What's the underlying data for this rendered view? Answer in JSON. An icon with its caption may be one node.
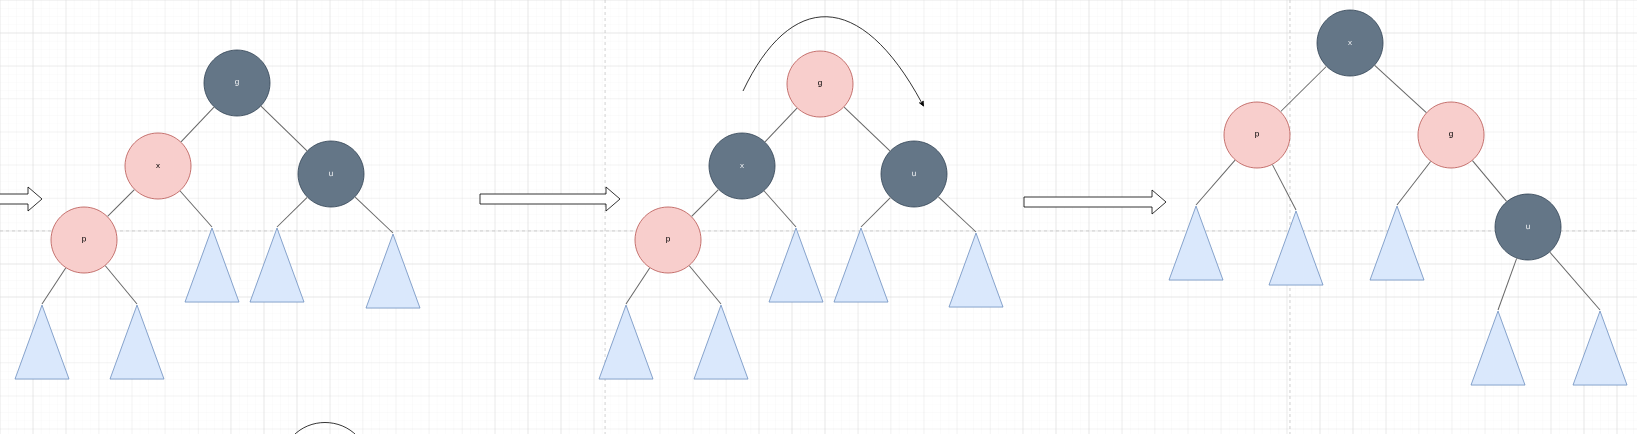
{
  "diagram": {
    "nodes": [
      {
        "text": [
          "g"
        ]
      },
      {
        "text": [
          "x"
        ]
      },
      {
        "text": [
          "u"
        ]
      },
      {
        "text": [
          "p"
        ]
      },
      {
        "text": [],
        "shape": "triangle"
      },
      {
        "text": [],
        "shape": "triangle"
      },
      {
        "text": [],
        "shape": "triangle"
      },
      {
        "text": [],
        "shape": "triangle"
      },
      {
        "text": [],
        "shape": "triangle"
      },
      {
        "text": [
          "g"
        ]
      },
      {
        "text": [
          "x"
        ]
      },
      {
        "text": [
          "u"
        ]
      },
      {
        "text": [
          "p"
        ]
      },
      {
        "text": [],
        "shape": "triangle"
      },
      {
        "text": [],
        "shape": "triangle"
      },
      {
        "text": [],
        "shape": "triangle"
      },
      {
        "text": [],
        "shape": "triangle"
      },
      {
        "text": [],
        "shape": "triangle"
      },
      {
        "text": [
          "x"
        ]
      },
      {
        "text": [
          "p"
        ]
      },
      {
        "text": [
          "g"
        ]
      },
      {
        "text": [
          "u"
        ]
      },
      {
        "text": [],
        "shape": "triangle"
      },
      {
        "text": [],
        "shape": "triangle"
      },
      {
        "text": [],
        "shape": "triangle"
      },
      {
        "text": [],
        "shape": "triangle"
      },
      {
        "text": [],
        "shape": "triangle"
      }
    ],
    "edges": [
      {
        "from": 0,
        "to": 1,
        "arrow": "none"
      },
      {
        "from": 0,
        "to": 2,
        "arrow": "none"
      },
      {
        "from": 1,
        "to": 3,
        "arrow": "none"
      },
      {
        "from": 1,
        "to": 6,
        "arrow": "none"
      },
      {
        "from": 3,
        "to": 4,
        "arrow": "none"
      },
      {
        "from": 3,
        "to": 5,
        "arrow": "none"
      },
      {
        "from": 2,
        "to": 7,
        "arrow": "none"
      },
      {
        "from": 2,
        "to": 8,
        "arrow": "none"
      },
      {
        "from": 9,
        "to": 10,
        "arrow": "none"
      },
      {
        "from": 9,
        "to": 11,
        "arrow": "none"
      },
      {
        "from": 10,
        "to": 12,
        "arrow": "none"
      },
      {
        "from": 10,
        "to": 15,
        "arrow": "none"
      },
      {
        "from": 12,
        "to": 13,
        "arrow": "none"
      },
      {
        "from": 12,
        "to": 14,
        "arrow": "none"
      },
      {
        "from": 11,
        "to": 16,
        "arrow": "none"
      },
      {
        "from": 11,
        "to": 17,
        "arrow": "none"
      },
      {
        "from": 18,
        "to": 19,
        "arrow": "none"
      },
      {
        "from": 18,
        "to": 20,
        "arrow": "none"
      },
      {
        "from": 19,
        "to": 22,
        "arrow": "none"
      },
      {
        "from": 19,
        "to": 23,
        "arrow": "none"
      },
      {
        "from": 20,
        "to": 24,
        "arrow": "none"
      },
      {
        "from": 20,
        "to": 21,
        "arrow": "none"
      },
      {
        "from": 21,
        "to": 25,
        "arrow": "none"
      },
      {
        "from": 21,
        "to": 26,
        "arrow": "none"
      }
    ]
  }
}
